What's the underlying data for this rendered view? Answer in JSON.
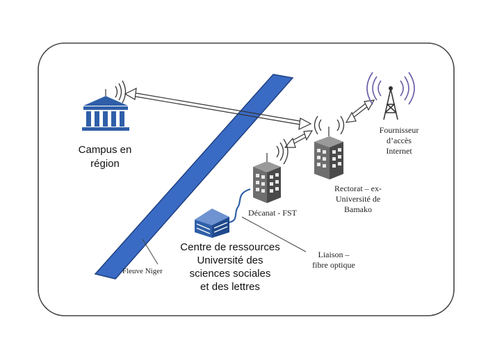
{
  "nodes": {
    "campus": {
      "label_line1": "Campus en",
      "label_line2": "région",
      "icon": "university-building-icon"
    },
    "fournisseur": {
      "label_line1": "Fournisseur",
      "label_line2": "d’accès",
      "label_line3": "Internet",
      "icon": "radio-tower-icon"
    },
    "rectorat": {
      "label_line1": "Rectorat – ex-",
      "label_line2": "Université de",
      "label_line3": "Bamako",
      "icon": "office-building-icon"
    },
    "decanat": {
      "label": "Décanat - FST",
      "icon": "office-building-icon"
    },
    "centre": {
      "label_line1": "Centre de ressources",
      "label_line2": "Université des",
      "label_line3": "sciences sociales",
      "label_line4": "et des lettres",
      "icon": "modern-building-icon"
    }
  },
  "river": {
    "label": "Fleuve Niger"
  },
  "fiber": {
    "label_line1": "Liaison –",
    "label_line2": "fibre optique"
  },
  "colors": {
    "river": "#3a6bc4",
    "river_edge": "#1e3f80",
    "building_blue": "#2f5fa8",
    "tower_purple": "#6a5aa6",
    "frame": "#444444"
  }
}
